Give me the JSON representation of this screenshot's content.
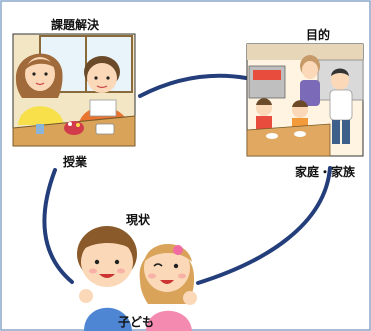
{
  "labels": {
    "problem_solving": "課題解決",
    "goal": "目的",
    "lesson": "授業",
    "home_family": "家庭・家族",
    "current_state": "現状",
    "children": "子ども"
  },
  "colors": {
    "frame": "#8aa6c8",
    "cycle_line": "#233e7a",
    "text": "#111111"
  },
  "icons": {
    "top_left": "children-sewing-illustration",
    "top_right": "family-in-kitchen-illustration",
    "bottom": "boy-and-girl-smiling-illustration"
  }
}
